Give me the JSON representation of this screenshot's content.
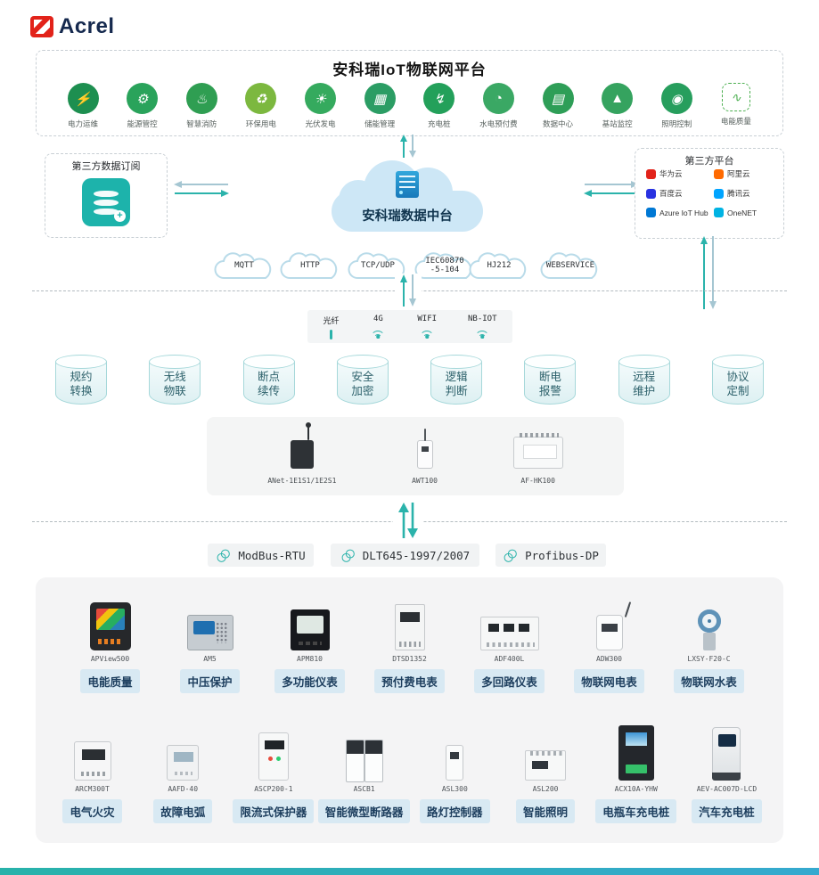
{
  "brand": "Acrel",
  "accent": "#2bb3ab",
  "platform": {
    "title": "安科瑞IoT物联网平台",
    "apps": [
      {
        "label": "电力运维",
        "glyph": "⚡",
        "color": "#1d8f50"
      },
      {
        "label": "能源管控",
        "glyph": "⚙",
        "color": "#2aa35b"
      },
      {
        "label": "智慧消防",
        "glyph": "♨",
        "color": "#2f9e52"
      },
      {
        "label": "环保用电",
        "glyph": "♻",
        "color": "#7cb83f"
      },
      {
        "label": "光伏发电",
        "glyph": "☀",
        "color": "#35aa5e"
      },
      {
        "label": "储能管理",
        "glyph": "▦",
        "color": "#2b9d64"
      },
      {
        "label": "充电桩",
        "glyph": "↯",
        "color": "#23a05a"
      },
      {
        "label": "水电预付费",
        "glyph": "◔",
        "color": "#3aa864"
      },
      {
        "label": "数据中心",
        "glyph": "▤",
        "color": "#2e9e57"
      },
      {
        "label": "基站监控",
        "glyph": "▲",
        "color": "#35a35f"
      },
      {
        "label": "照明控制",
        "glyph": "◉",
        "color": "#279e5d"
      },
      {
        "label": "电能质量",
        "glyph": "∿",
        "color": "#4caf50"
      }
    ]
  },
  "middleware": {
    "subscription_title": "第三方数据订阅",
    "datacenter_label": "安科瑞数据中台",
    "thirdparty_title": "第三方平台",
    "vendors": [
      {
        "name": "华为云",
        "color": "#e2231a"
      },
      {
        "name": "阿里云",
        "color": "#ff6a00"
      },
      {
        "name": "百度云",
        "color": "#2932e1"
      },
      {
        "name": "腾讯云",
        "color": "#00a4ff"
      },
      {
        "name": "Azure IoT Hub",
        "color": "#0078d4"
      },
      {
        "name": "OneNET",
        "color": "#00b3e3"
      }
    ],
    "protocol_clouds": [
      "MQTT",
      "HTTP",
      "TCP/UDP",
      "IEC60870 -5-104",
      "HJ212",
      "WEBSERVICE"
    ]
  },
  "connectivity": [
    "光纤",
    "4G",
    "WIFI",
    "NB-IOT"
  ],
  "capabilities": [
    "规约转换",
    "无线物联",
    "断点续传",
    "安全加密",
    "逻辑判断",
    "断电报警",
    "远程维护",
    "协议定制"
  ],
  "gateways": [
    {
      "model": "ANet-1E1S1/1E2S1"
    },
    {
      "model": "AWT100"
    },
    {
      "model": "AF-HK100"
    }
  ],
  "bus_protocols": [
    "ModBus-RTU",
    "DLT645-1997/2007",
    "Profibus-DP"
  ],
  "devices": {
    "row1": [
      {
        "model": "APView500",
        "category": "电能质量"
      },
      {
        "model": "AM5",
        "category": "中压保护"
      },
      {
        "model": "APM810",
        "category": "多功能仪表"
      },
      {
        "model": "DTSD1352",
        "category": "预付费电表"
      },
      {
        "model": "ADF400L",
        "category": "多回路仪表"
      },
      {
        "model": "ADW300",
        "category": "物联网电表"
      },
      {
        "model": "LXSY-F20-C",
        "category": "物联网水表"
      }
    ],
    "row2": [
      {
        "model": "ARCM300T",
        "category": "电气火灾"
      },
      {
        "model": "AAFD-40",
        "category": "故障电弧"
      },
      {
        "model": "ASCP200-1",
        "category": "限流式保护器"
      },
      {
        "model": "ASCB1",
        "category": "智能微型断路器"
      },
      {
        "model": "ASL300",
        "category": "路灯控制器"
      },
      {
        "model": "ASL200",
        "category": "智能照明"
      },
      {
        "model": "ACX10A-YHW",
        "category": "电瓶车充电桩"
      },
      {
        "model": "AEV-AC007D-LCD",
        "category": "汽车充电桩"
      }
    ]
  }
}
